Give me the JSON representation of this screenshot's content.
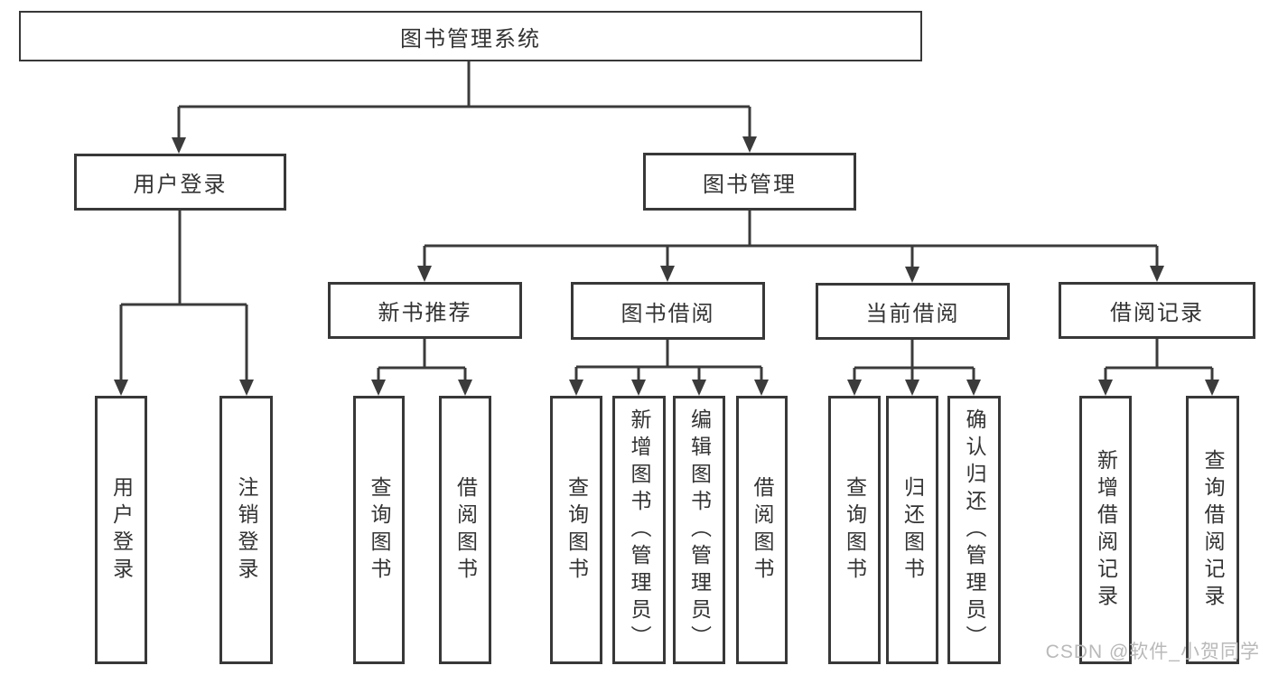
{
  "diagram": {
    "root": "图书管理系统",
    "children": [
      {
        "label": "用户登录",
        "children": [
          "用户登录",
          "注销登录"
        ]
      },
      {
        "label": "图书管理",
        "children": [
          {
            "label": "新书推荐",
            "children": [
              "查询图书",
              "借阅图书"
            ]
          },
          {
            "label": "图书借阅",
            "children": [
              "查询图书",
              "新增图书（管理员）",
              "编辑图书（管理员）",
              "借阅图书"
            ]
          },
          {
            "label": "当前借阅",
            "children": [
              "查询图书",
              "归还图书",
              "确认归还（管理员）"
            ]
          },
          {
            "label": "借阅记录",
            "children": [
              "新增借阅记录",
              "查询借阅记录"
            ]
          }
        ]
      }
    ]
  },
  "watermark": {
    "text": "CSDN @软件_小贺同学"
  },
  "colors": {
    "line": "#3b3b3b",
    "border": "#383838",
    "text": "#333333",
    "watermark": "#b9b9b9",
    "background": "#ffffff"
  }
}
